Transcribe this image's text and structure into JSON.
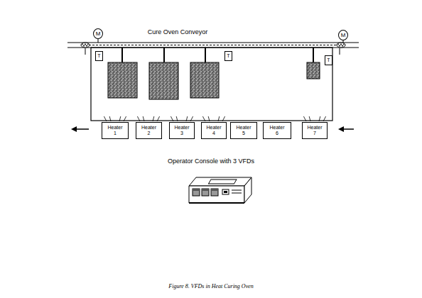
{
  "diagram": {
    "caption": "Figure 8.  VFDs in Heat Curing Oven",
    "nodes": [
      {
        "text": [
          "M"
        ]
      },
      {
        "text": [
          "M"
        ]
      },
      {
        "text": [
          "T"
        ]
      },
      {
        "text": [
          "T"
        ]
      },
      {
        "text": [
          "T"
        ]
      },
      {
        "text": [
          "Heater 1"
        ]
      },
      {
        "text": [
          "Heater 2"
        ]
      },
      {
        "text": [
          "Heater 3"
        ]
      },
      {
        "text": [
          "Heater 4"
        ]
      },
      {
        "text": [
          "Heater 5"
        ]
      },
      {
        "text": [
          "Heater 6"
        ]
      },
      {
        "text": [
          "Heater 7"
        ]
      }
    ],
    "labels": [
      "Cure Oven Conveyor",
      "Operator Console with 3 VFDs"
    ]
  }
}
